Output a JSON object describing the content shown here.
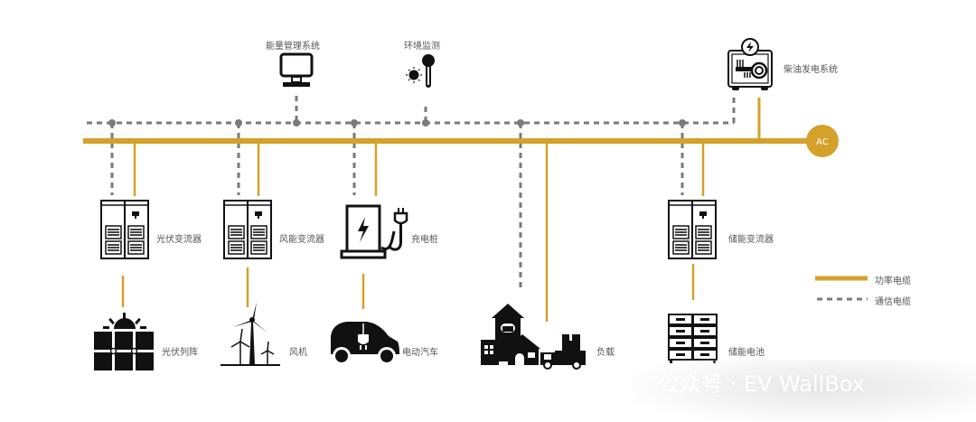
{
  "diagram": {
    "title": "Microgrid system topology",
    "colors": {
      "power_cable": "#D4A12A",
      "comm_cable": "#7a7a7a",
      "icon": "#111111",
      "label": "#555555",
      "ac_node": "#D4A12A"
    },
    "bus": {
      "label": "AC"
    },
    "top_nodes": [
      {
        "id": "ems",
        "label": "能量管理系统",
        "icon": "monitor-icon"
      },
      {
        "id": "env",
        "label": "环境监测",
        "icon": "thermometer-sun-icon"
      },
      {
        "id": "diesel",
        "label": "柴油发电系统",
        "icon": "diesel-generator-icon"
      }
    ],
    "converters": [
      {
        "id": "pv-inverter",
        "label": "光伏变流器",
        "icon": "converter-cabinet-icon"
      },
      {
        "id": "wind-inverter",
        "label": "风能变流器",
        "icon": "converter-cabinet-icon"
      },
      {
        "id": "charger",
        "label": "充电桩",
        "icon": "charging-pile-icon"
      },
      {
        "id": "storage-inverter",
        "label": "储能变流器",
        "icon": "converter-cabinet-icon"
      }
    ],
    "sources": [
      {
        "id": "pv-array",
        "label": "光伏列阵",
        "icon": "solar-panel-icon"
      },
      {
        "id": "wind-turbine",
        "label": "风机",
        "icon": "wind-turbine-icon"
      },
      {
        "id": "ev",
        "label": "电动汽车",
        "icon": "electric-car-icon"
      },
      {
        "id": "load",
        "label": "负载",
        "icon": "buildings-truck-icon"
      },
      {
        "id": "battery",
        "label": "储能电池",
        "icon": "battery-rack-icon"
      }
    ],
    "legend": [
      {
        "label": "功率电缆",
        "style": "solid"
      },
      {
        "label": "通信电缆",
        "style": "dashed"
      }
    ],
    "watermark": "公众号 · EV WallBox"
  }
}
